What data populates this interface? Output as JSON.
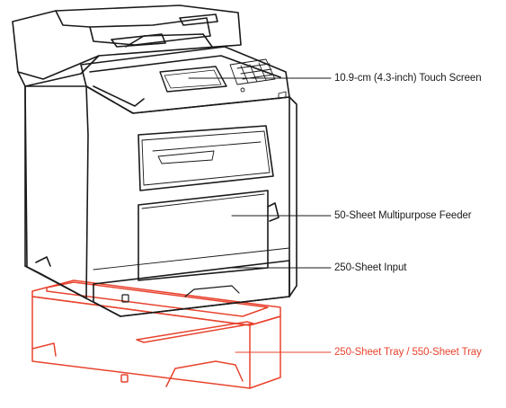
{
  "callouts": [
    {
      "label": "10.9-cm (4.3-inch) Touch Screen",
      "color": "#1a1a1a"
    },
    {
      "label": "50-Sheet Multipurpose Feeder",
      "color": "#1a1a1a"
    },
    {
      "label": "250-Sheet Input",
      "color": "#1a1a1a"
    },
    {
      "label": "250-Sheet Tray / 550-Sheet Tray",
      "color": "#e8432e"
    }
  ],
  "colors": {
    "outline": "#1a1a1a",
    "accent": "#e8432e"
  }
}
